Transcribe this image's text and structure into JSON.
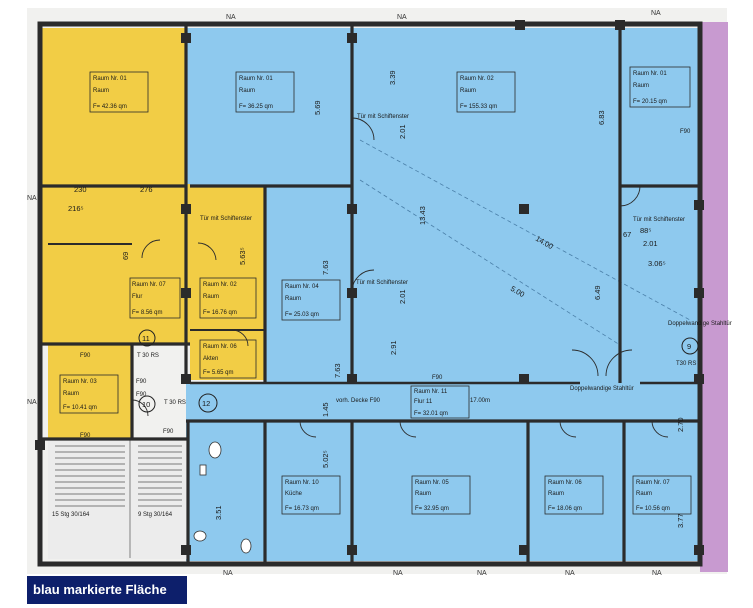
{
  "colors": {
    "blue_area": "#8ec9ee",
    "yellow_area": "#f2cd45",
    "purple_area": "#c89ad0",
    "wall": "#2b2b2b",
    "paper": "#f1f1ef",
    "caption_bg": "#0d1f6b"
  },
  "side_labels": {
    "top": [
      "NA",
      "NA",
      "NA"
    ],
    "bottom": [
      "NA",
      "NA",
      "NA",
      "NA",
      "NA"
    ],
    "left": [
      "NA",
      "NA"
    ]
  },
  "rooms": [
    {
      "nr": "Raum Nr. 01",
      "name": "Raum",
      "area": "F= 42.36 qm"
    },
    {
      "nr": "Raum Nr. 01",
      "name": "Raum",
      "area": "F= 36.25 qm"
    },
    {
      "nr": "Raum Nr. 02",
      "name": "Raum",
      "area": "F= 155.33 qm"
    },
    {
      "nr": "Raum Nr. 01",
      "name": "Raum",
      "area": "F= 20.15 qm"
    },
    {
      "nr": "Raum Nr. 07",
      "name": "Flur",
      "area": "F= 8.56 qm"
    },
    {
      "nr": "Raum Nr. 02",
      "name": "Raum",
      "area": "F= 16.76 qm"
    },
    {
      "nr": "Raum Nr. 04",
      "name": "Raum",
      "area": "F= 25.03 qm"
    },
    {
      "nr": "Raum Nr. 06",
      "name": "Akten",
      "area": "F= 5.65 qm"
    },
    {
      "nr": "Raum Nr. 03",
      "name": "Raum",
      "area": "F= 10.41 qm"
    },
    {
      "nr": "Raum Nr. 11",
      "name": "Flur 11",
      "area": "F= 32.01 qm"
    },
    {
      "nr": "Raum Nr. 10",
      "name": "Küche",
      "area": "F= 16.73 qm"
    },
    {
      "nr": "Raum Nr. 05",
      "name": "Raum",
      "area": "F= 32.95 qm"
    },
    {
      "nr": "Raum Nr. 06",
      "name": "Raum",
      "area": "F= 18.06 qm"
    },
    {
      "nr": "Raum Nr. 07",
      "name": "Raum",
      "area": "F= 10.56 qm"
    }
  ],
  "annotations": {
    "door_window_1": "Tür mit Schiftenster",
    "door_window_2": "Tür mit Schiftenster",
    "door_window_3": "Tür mit Schiftenster",
    "door_window_4": "Tür mit Schiftenster",
    "double_door_1": "Doppelwandige Stahltür",
    "double_door_2": "Doppelwandige Stahltür",
    "ceiling": "vorh. Decke F90",
    "corridor_len": "17.00m",
    "stairs_1": "15 Stg 30/164",
    "stairs_2": "9 Stg 30/164",
    "t30rs_1": "T 30 RS",
    "t30rs_2": "T 30 RS",
    "t30rs_3": "T30 RS",
    "f90": [
      "F90",
      "F90",
      "F90",
      "F90",
      "F90",
      "F90",
      "F90"
    ],
    "circles": [
      "11",
      "10",
      "12",
      "9"
    ],
    "dims": [
      "230",
      "276",
      "216⁵",
      "3.39",
      "2.01",
      "5.69",
      "6.83",
      "2.01",
      "7.63",
      "7.63",
      "13.43",
      "2.91",
      "2.01",
      "6.49",
      "3.06⁵",
      "14.00",
      "5.00",
      "5.63⁵",
      "1.45",
      "5.02⁵",
      "3.51",
      "2.70",
      "3.77",
      "67",
      "88⁵",
      "69"
    ]
  },
  "caption": "blau markierte Fläche"
}
